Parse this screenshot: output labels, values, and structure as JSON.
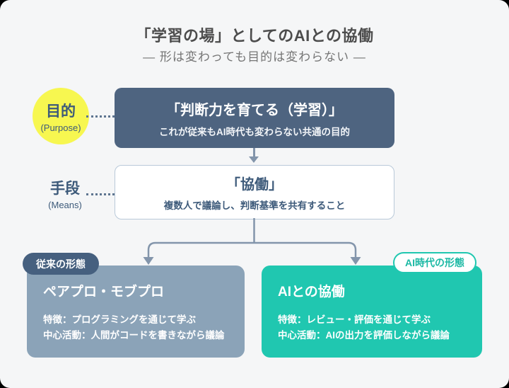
{
  "header": {
    "title": "「学習の場」としてのAIとの協働",
    "subtitle": "― 形は変わっても目的は変わらない ―"
  },
  "purpose": {
    "label": "目的",
    "sublabel": "(Purpose)"
  },
  "goal_box": {
    "title": "「判断力を育てる（学習）」",
    "subtitle": "これが従来もAI時代も変わらない共通の目的"
  },
  "means": {
    "label": "手段",
    "sublabel": "(Means)"
  },
  "collab_box": {
    "title": "「協働」",
    "subtitle": "複数人で議論し、判断基準を共有すること"
  },
  "left_branch": {
    "badge": "従来の形態",
    "title": "ペアプロ・モブプロ",
    "lines": [
      "特徴：プログラミングを通じて学ぶ",
      "中心活動：人間がコードを書きながら議論"
    ]
  },
  "right_branch": {
    "badge": "AI時代の形態",
    "title": "AIとの協働",
    "lines": [
      "特徴：レビュー・評価を通じて学ぶ",
      "中心活動：AIの出力を評価しながら議論"
    ]
  },
  "colors": {
    "background": "#f5f6f7",
    "slate_box": "#4e6480",
    "grey_blue_box": "#8ba3b8",
    "teal_box": "#20c7b0",
    "badge_dark": "#46607f",
    "yellow_circle": "#f7f750",
    "connector": "#8395ab",
    "text_slate": "#3d5a7a"
  }
}
